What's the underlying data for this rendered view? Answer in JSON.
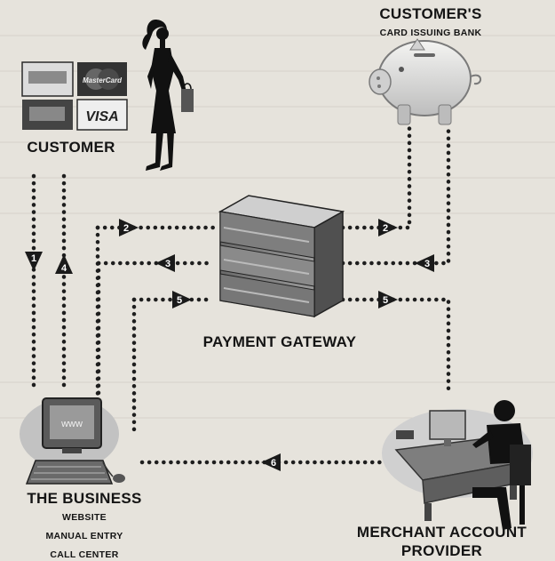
{
  "nodes": {
    "customer": {
      "label": "CUSTOMER",
      "cards": [
        "MasterCard",
        "VISA"
      ]
    },
    "bank": {
      "label": "CUSTOMER'S",
      "sublabel": "CARD ISSUING BANK"
    },
    "gateway": {
      "label": "PAYMENT GATEWAY"
    },
    "business": {
      "label": "THE BUSINESS",
      "channels": [
        "WEBSITE",
        "MANUAL ENTRY",
        "CALL CENTER"
      ],
      "screen_text": "www"
    },
    "merchant": {
      "label": "MERCHANT ACCOUNT",
      "label2": "PROVIDER"
    }
  },
  "steps": {
    "s1": "1",
    "s2a": "2",
    "s2b": "2",
    "s3a": "3",
    "s3b": "3",
    "s4": "4",
    "s5a": "5",
    "s5b": "5",
    "s6": "6"
  }
}
